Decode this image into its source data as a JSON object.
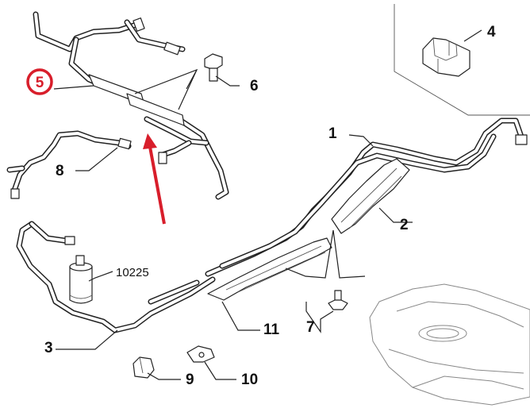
{
  "diagram": {
    "callouts": {
      "c1": "1",
      "c2": "2",
      "c3": "3",
      "c4": "4",
      "c5": "5",
      "c6": "6",
      "c7": "7",
      "c8": "8",
      "c9": "9",
      "c10": "10",
      "c11": "11",
      "c10225": "10225"
    },
    "colors": {
      "highlight": "#d81e2b",
      "ink": "#222222",
      "background": "#ffffff"
    }
  }
}
